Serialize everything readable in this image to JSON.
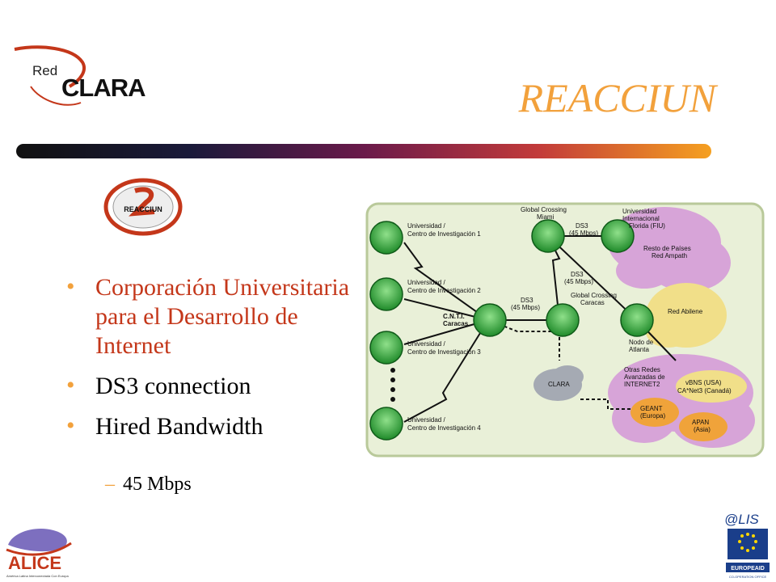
{
  "header": {
    "logo_text_red": "Red",
    "logo_text_clara": "CLARA",
    "title": "REACCIUN"
  },
  "reacciun_logo": {
    "text": "REACCIUN"
  },
  "bullets": [
    {
      "label": "Corporación Universitaria para el Desarrollo de Internet"
    },
    {
      "label": "DS3 connection"
    },
    {
      "label": "Hired Bandwidth"
    }
  ],
  "sub_bullet": {
    "dash": "–",
    "label": "45 Mbps"
  },
  "diagram": {
    "nodes": {
      "univ1": "Universidad / Centro de Investigación 1",
      "univ2": "Universidad / Centro de Investigación 2",
      "univ3": "Universidad / Centro de Investigación 3",
      "univ4": "Universidad / Centro de Investigación 4",
      "cnti": "C.N.T.I. Caracas",
      "gc_miami": "Global Crossing Miami",
      "gc_caracas": "Global Crossing Caracas",
      "nodo_atlanta": "Nodo de Atlanta"
    },
    "links": {
      "ds3_top": "DS3 (45 Mbps)",
      "ds3_mid": "DS3 (45 Mbps)",
      "ds3_left": "DS3 (45 Mbps)"
    },
    "clouds": {
      "fiu": "Universidad Internacional Florida (FIU)",
      "ampath": "Resto de Países Red Ampath",
      "abilene": "Red Abilene",
      "clara": "CLARA",
      "internet2": "Otras Redes Avanzadas de INTERNET2",
      "vbns": "vBNS (USA) CA*Net3 (Canadá)",
      "geant": "GEANT (Europa)",
      "apan": "APAN (Asia)"
    }
  },
  "footer": {
    "alice_logo": "ALICE",
    "alice_tagline": "América Latina Interconectada Con Europa",
    "alis_logo": "@LIS",
    "europeaid": "EUROPEAID",
    "europeaid_sub": "CO-OPERATION OFFICE"
  }
}
